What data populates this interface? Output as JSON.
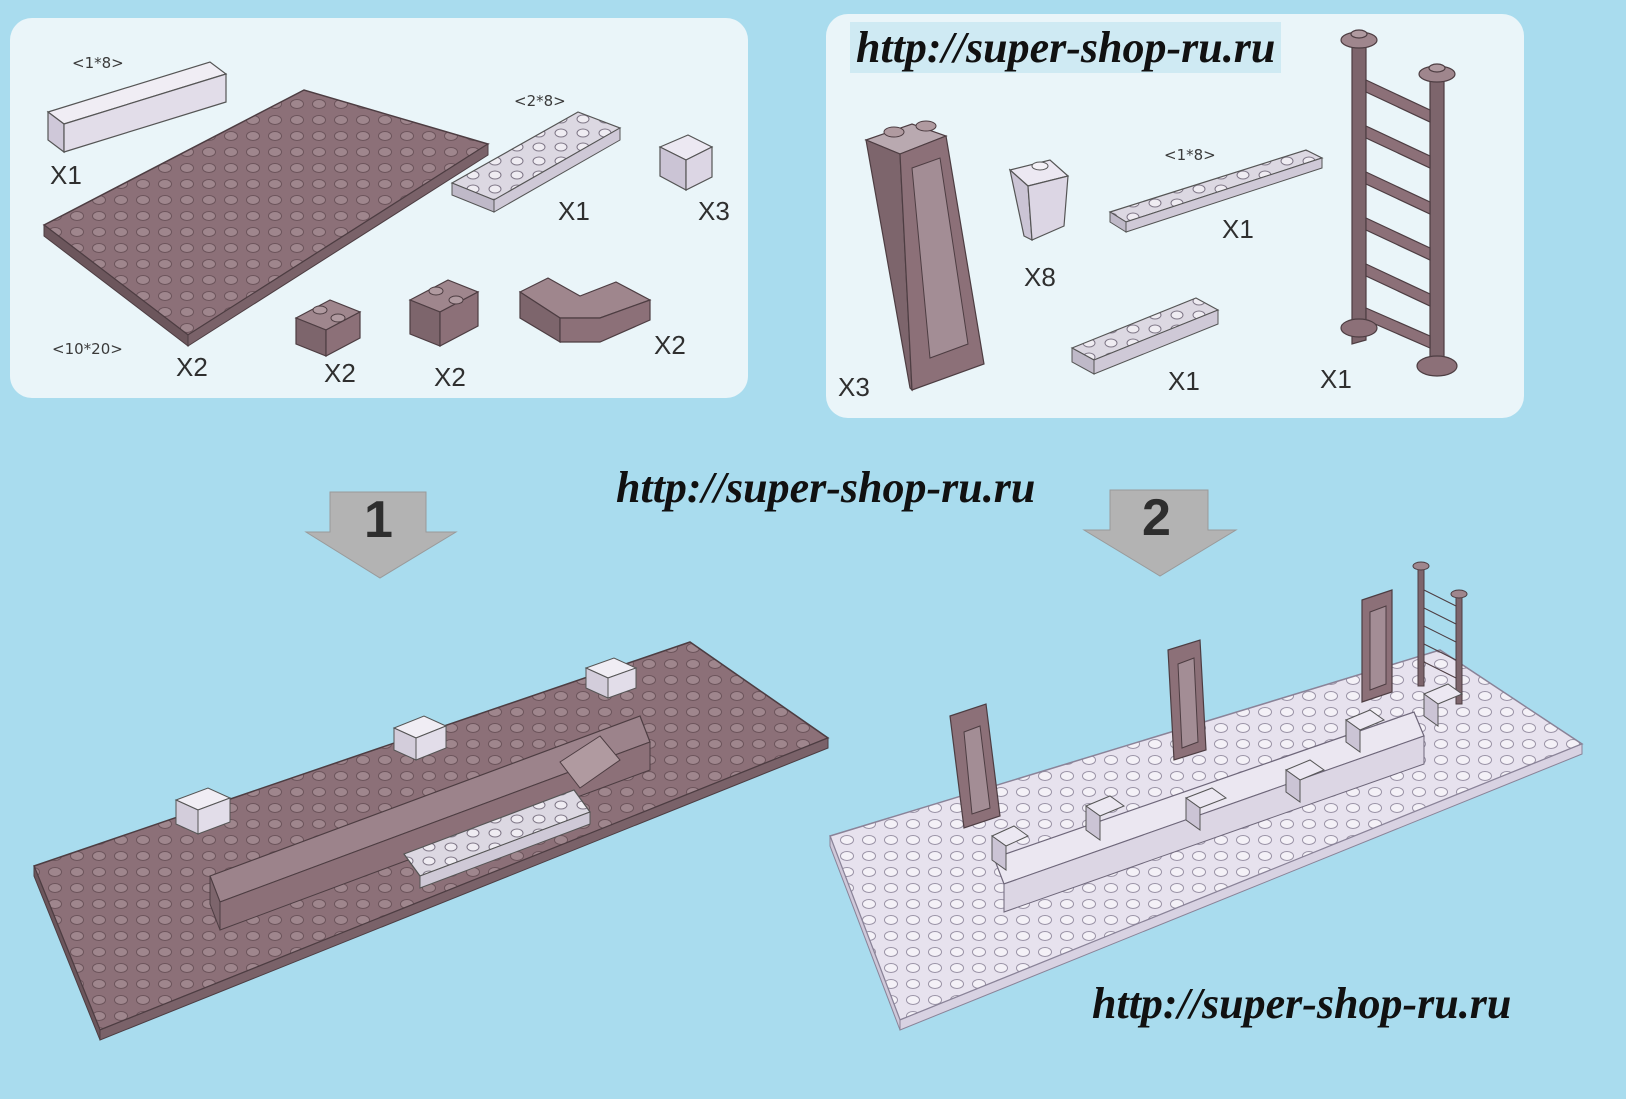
{
  "watermark": {
    "url": "http://super-shop-ru.ru"
  },
  "parts_panel_a": {
    "items": [
      {
        "dim": "<1*8>",
        "qty": "X1"
      },
      {
        "dim": "<10*20>",
        "qty": "X2"
      },
      {
        "dim": "<2*8>",
        "qty": "X1"
      },
      {
        "qty": "X3"
      },
      {
        "qty": "X2"
      },
      {
        "qty": "X2"
      },
      {
        "qty": "X2"
      }
    ]
  },
  "parts_panel_b": {
    "items": [
      {
        "qty": "X3"
      },
      {
        "qty": "X8"
      },
      {
        "dim": "<1*8>",
        "qty": "X1"
      },
      {
        "qty": "X1"
      },
      {
        "qty": "X1"
      }
    ]
  },
  "steps": [
    {
      "number": "1"
    },
    {
      "number": "2"
    }
  ],
  "colors": {
    "background": "#a9dcee",
    "panel": "#eaf5f9",
    "brick_brown": "#8c7078",
    "brick_light": "#e7e2ee",
    "arrow_gray": "#b3b3b3"
  }
}
